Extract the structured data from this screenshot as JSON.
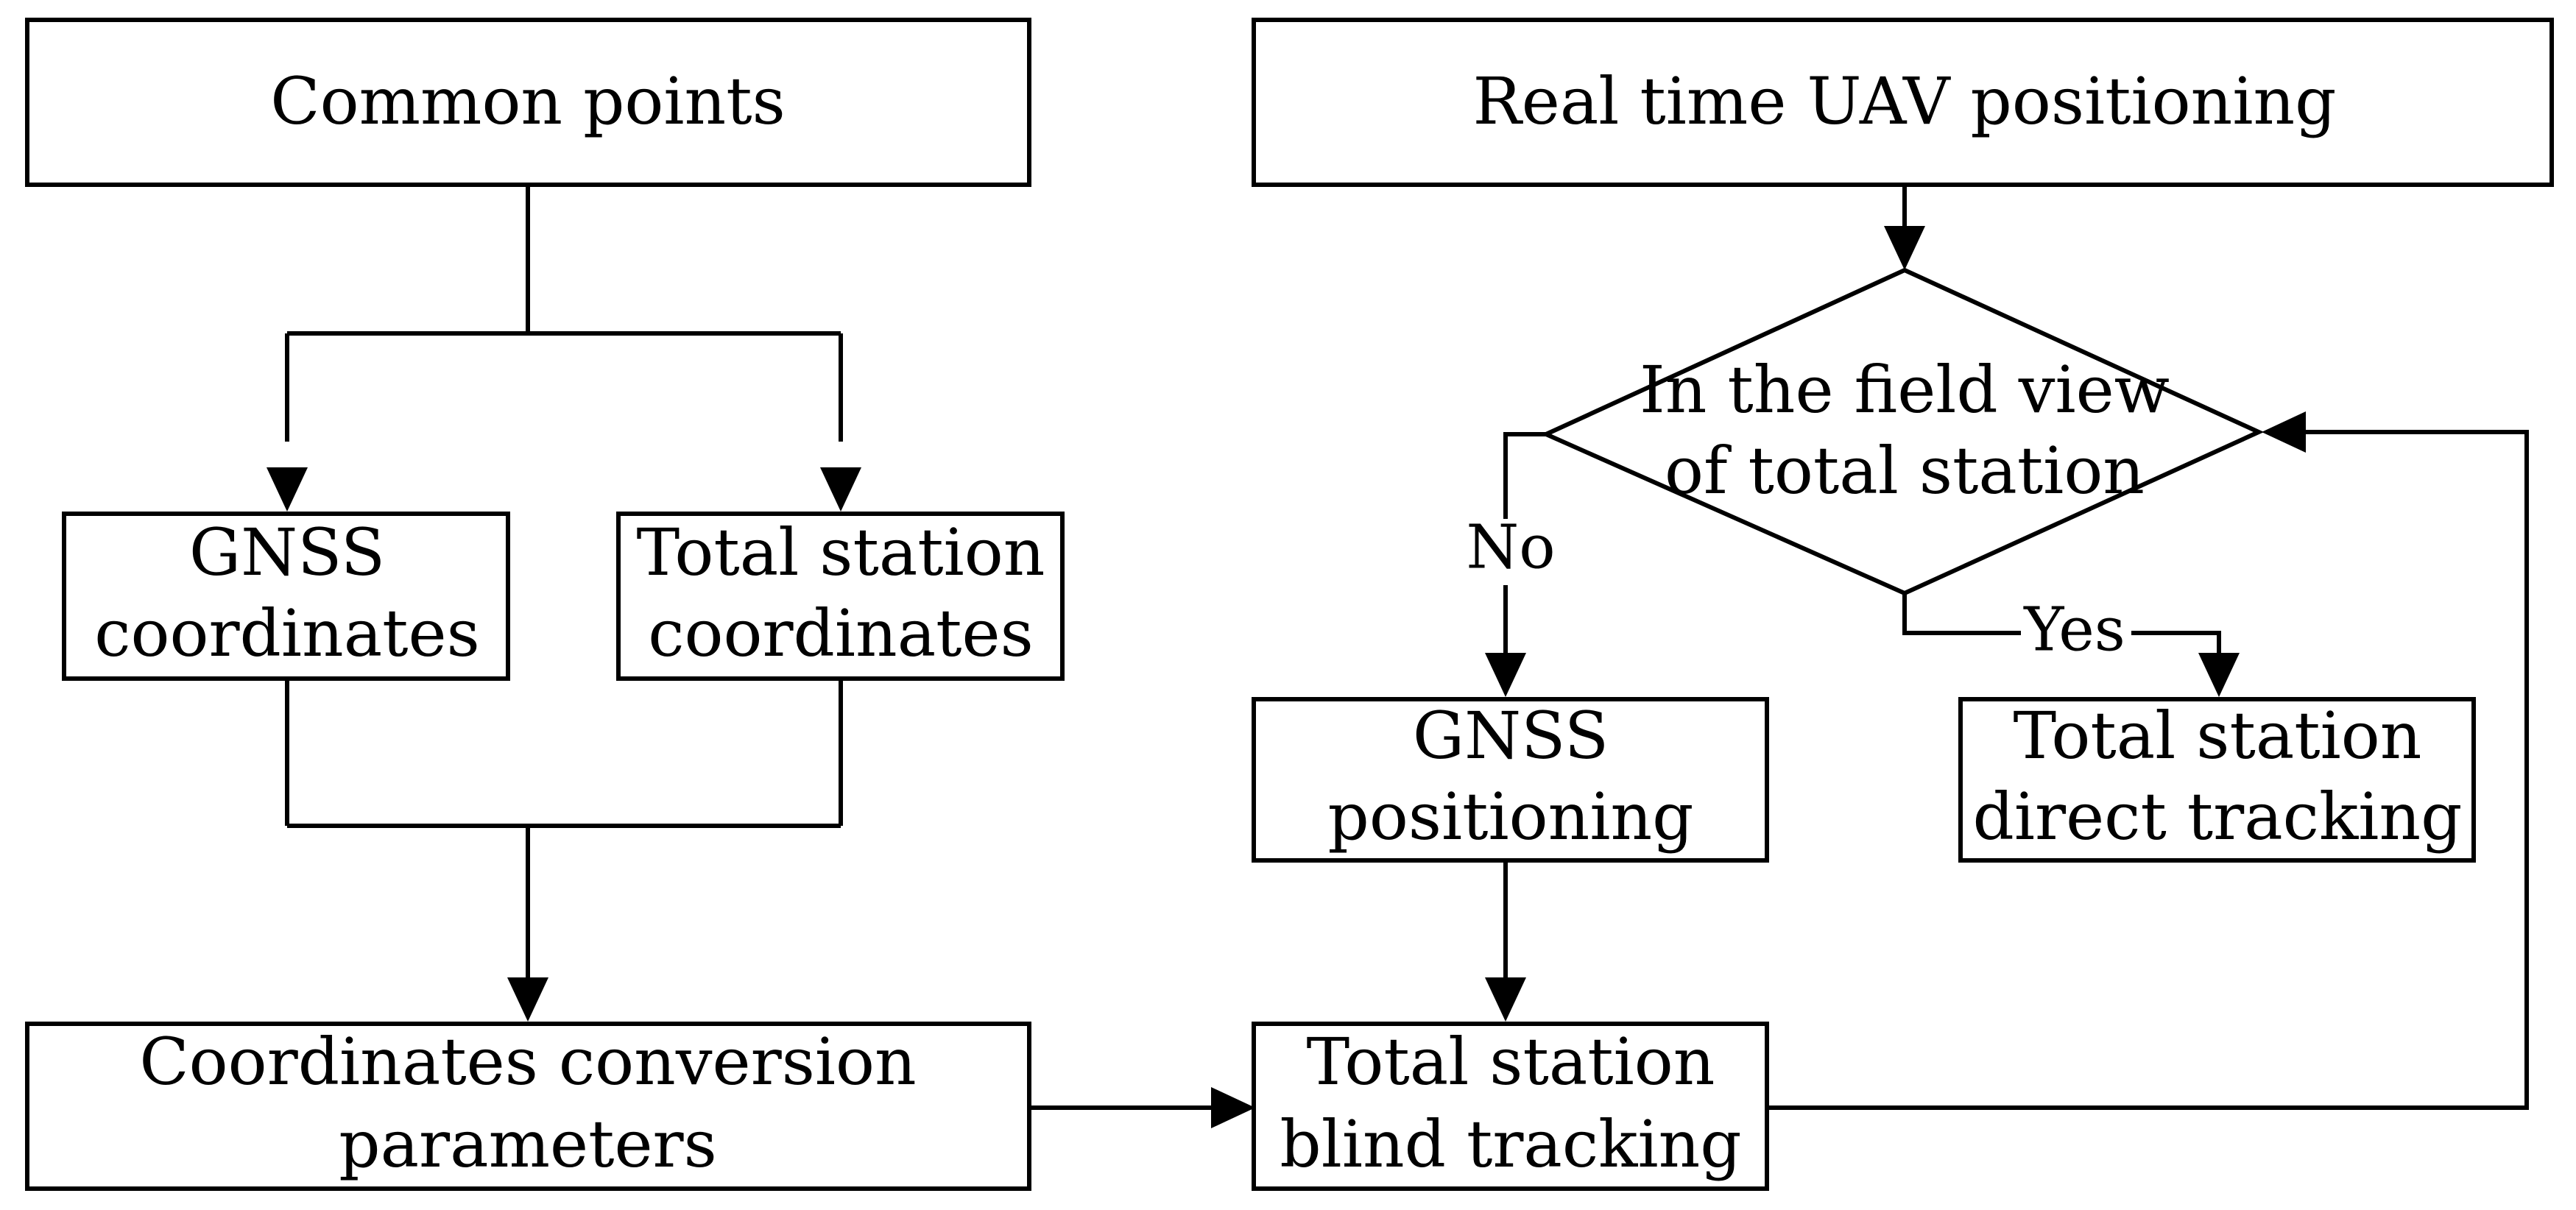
{
  "nodes": {
    "common_points": "Common points",
    "real_time_uav": "Real time UAV positioning",
    "gnss_coordinates": [
      "GNSS",
      "coordinates"
    ],
    "total_station_coordinates": [
      "Total station",
      "coordinates"
    ],
    "decision": [
      "In the field view",
      "of total station"
    ],
    "gnss_positioning": [
      "GNSS",
      "positioning"
    ],
    "direct_tracking": [
      "Total station",
      "direct tracking"
    ],
    "conversion_parameters": [
      "Coordinates conversion",
      "parameters"
    ],
    "blind_tracking": [
      "Total station",
      "blind tracking"
    ]
  },
  "edges": {
    "no_label": "No",
    "yes_label": "Yes"
  }
}
